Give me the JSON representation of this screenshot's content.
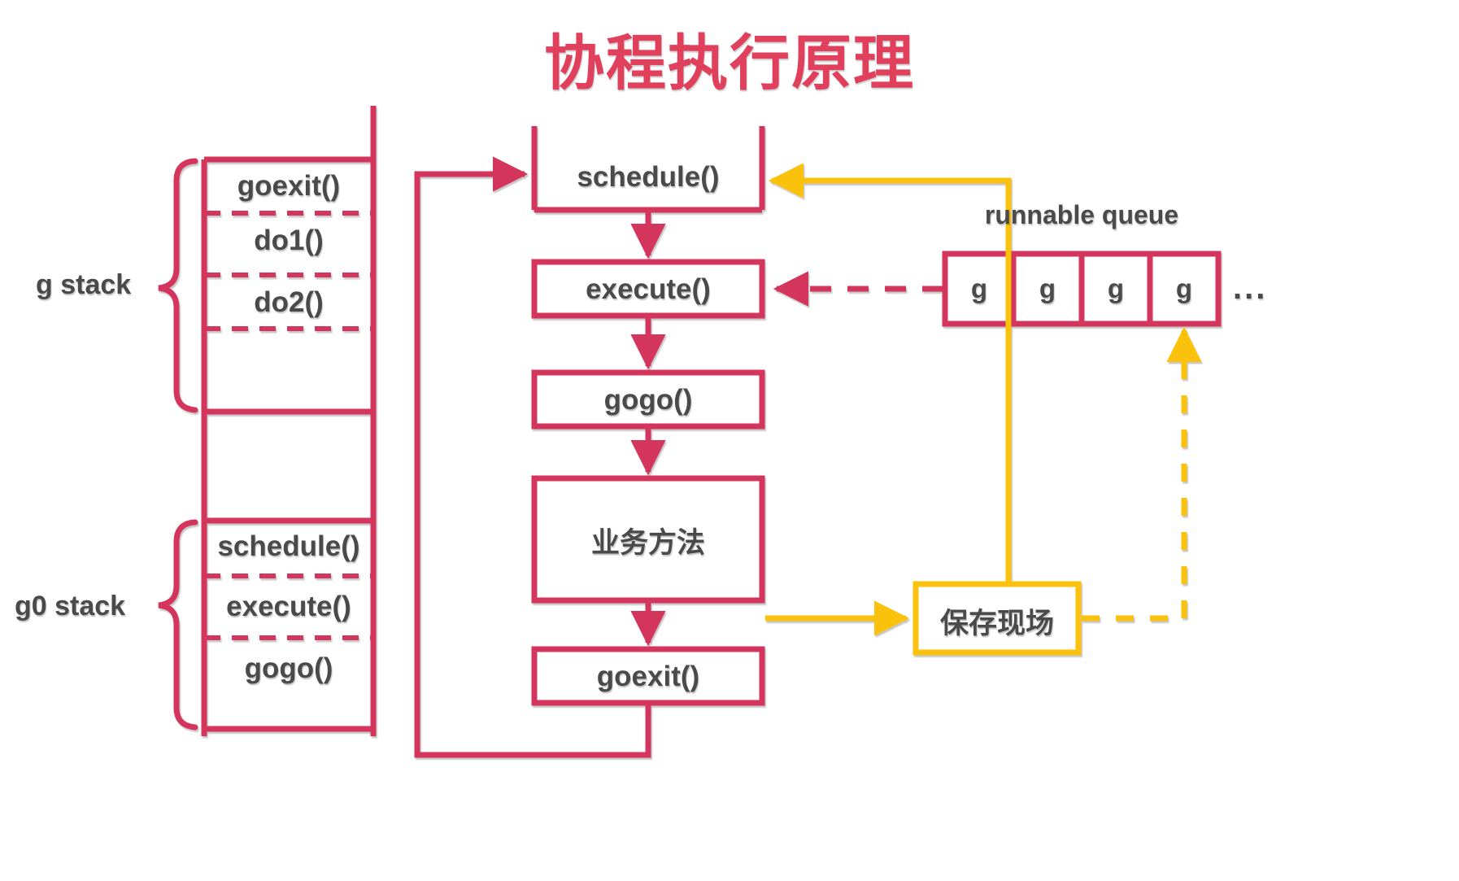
{
  "title": "协程执行原理",
  "colors": {
    "accent_red": "#d3355b",
    "title_red": "#e0405c",
    "accent_yellow": "#fac20a",
    "text_gray": "#4a4a4a",
    "background": "#ffffff"
  },
  "stack_diagram": {
    "g_stack": {
      "brace_label": "g stack",
      "frames": [
        "goexit()",
        "do1()",
        "do2()",
        ""
      ]
    },
    "g0_stack": {
      "brace_label": "g0 stack",
      "frames": [
        "schedule()",
        "execute()",
        "gogo()"
      ]
    }
  },
  "flow": {
    "nodes": [
      {
        "name": "schedule",
        "label": "schedule()"
      },
      {
        "name": "execute",
        "label": "execute()"
      },
      {
        "name": "gogo",
        "label": "gogo()"
      },
      {
        "name": "business-method",
        "label": "业务方法"
      },
      {
        "name": "goexit",
        "label": "goexit()"
      }
    ],
    "save_context": {
      "label": "保存现场"
    }
  },
  "runnable_queue": {
    "header": "runnable queue",
    "cells": [
      "g",
      "g",
      "g",
      "g"
    ],
    "overflow": "..."
  },
  "chart_data": {
    "type": "diagram",
    "title": "协程执行原理",
    "nodes": [
      "schedule()",
      "execute()",
      "gogo()",
      "业务方法",
      "goexit()",
      "保存现场",
      "g stack",
      "g0 stack",
      "runnable queue"
    ],
    "edges": [
      {
        "from": "schedule()",
        "to": "execute()",
        "style": "solid",
        "color": "#d3355b"
      },
      {
        "from": "execute()",
        "to": "gogo()",
        "style": "solid",
        "color": "#d3355b"
      },
      {
        "from": "gogo()",
        "to": "业务方法",
        "style": "solid",
        "color": "#d3355b"
      },
      {
        "from": "业务方法",
        "to": "goexit()",
        "style": "solid",
        "color": "#d3355b"
      },
      {
        "from": "goexit()",
        "to": "schedule()",
        "style": "solid",
        "color": "#d3355b",
        "note": "loop back via left"
      },
      {
        "from": "runnable queue",
        "to": "execute()",
        "style": "dashed",
        "color": "#d3355b"
      },
      {
        "from": "业务方法",
        "to": "保存现场",
        "style": "solid",
        "color": "#fac20a"
      },
      {
        "from": "保存现场",
        "to": "schedule()",
        "style": "solid",
        "color": "#fac20a"
      },
      {
        "from": "保存现场",
        "to": "runnable queue",
        "style": "dashed",
        "color": "#fac20a"
      }
    ]
  }
}
